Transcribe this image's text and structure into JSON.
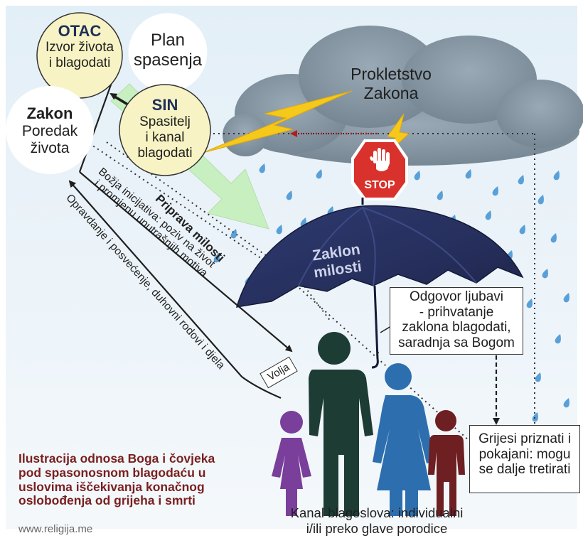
{
  "nodes": {
    "otac": {
      "title": "OTAC",
      "line1": "Izvor života",
      "line2": "i blagodati"
    },
    "plan": {
      "line1": "Plan",
      "line2": "spasenja"
    },
    "sin": {
      "title": "SIN",
      "line1": "Spasitelj",
      "line2": "i kanal",
      "line3": "blagodati"
    },
    "zakon": {
      "title": "Zakon",
      "line1": "Poredak",
      "line2": "života"
    },
    "cloud": {
      "line1": "Prokletstvo",
      "line2": "Zakona"
    },
    "stop": {
      "label": "STOP"
    },
    "umbrella": {
      "line1": "Zaklon",
      "line2": "milosti"
    },
    "volja": {
      "label": "Volja"
    }
  },
  "arrows": {
    "priprava": "Priprava milosti",
    "bozja_line1": "Božja inicijativa: poziv na život",
    "bozja_line2": "i promjenu unutrašnjih motiva",
    "opravdanje": "Opravdanje i posvećenje, duhovni rodovi i djela"
  },
  "boxes": {
    "odgovor": [
      "Odgovor ljubavi",
      "- prihvatanje",
      "zaklona blagodati,",
      "saradnja sa Bogom"
    ],
    "grijesi": [
      "Grijesi priznati i",
      "pokajani: mogu",
      "se dalje tretirati"
    ]
  },
  "kanal": {
    "line1": "Kanal blagoslova: individualni",
    "line2": "i/ili preko glave porodice"
  },
  "caption": [
    "Ilustracija odnosa Boga i čovjeka",
    "pod spasonosnom blagodaću u",
    "uslovima iščekivanja konačnog",
    "oslobođenja od grijeha i smrti"
  ],
  "footer": "www.religija.me",
  "colors": {
    "background": "#e6f1f7",
    "node_yellow": "#f7f3c4",
    "cloud": "#8494a2",
    "umbrella": "#2b3566",
    "rain": "#5aa0d8",
    "lightning": "#f6c81a",
    "stop": "#d9322c",
    "green_arrow": "#c8efc0",
    "figure_purple": "#7a3f9a",
    "figure_dark_green": "#1c3c34",
    "figure_blue": "#2d6fae",
    "figure_maroon": "#6e1f22",
    "caption_text": "#7a1f1f"
  }
}
